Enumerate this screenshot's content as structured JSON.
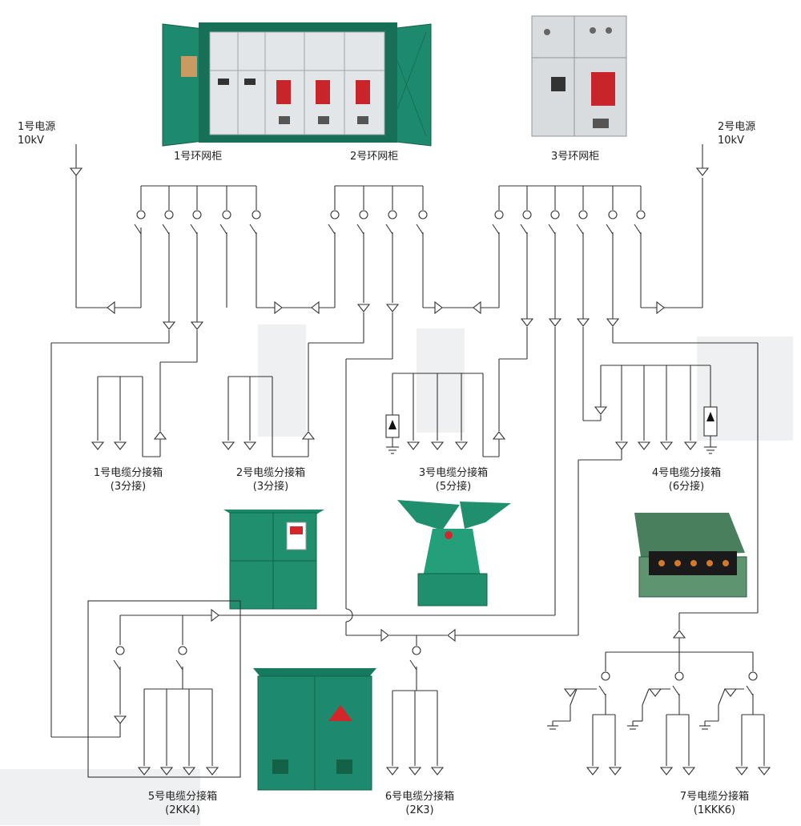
{
  "colors": {
    "cabinet_green": "#1f8a6f",
    "cabinet_dark": "#156a55",
    "panel_grey": "#e4e6e8",
    "line": "#333333",
    "warning_red": "#d2262b"
  },
  "sources": [
    {
      "name": "1号电源",
      "voltage": "10kV"
    },
    {
      "name": "2号电源",
      "voltage": "10kV"
    }
  ],
  "ring_main_units": [
    {
      "label": "1号环网柜"
    },
    {
      "label": "2号环网柜"
    },
    {
      "label": "3号环网柜"
    }
  ],
  "branch_boxes": [
    {
      "label": "1号电缆分接箱",
      "spec": "(3分接)"
    },
    {
      "label": "2号电缆分接箱",
      "spec": "(3分接)"
    },
    {
      "label": "3号电缆分接箱",
      "spec": "(5分接)"
    },
    {
      "label": "4号电缆分接箱",
      "spec": "(6分接)"
    },
    {
      "label": "5号电缆分接箱",
      "spec": "(2KK4)"
    },
    {
      "label": "6号电缆分接箱",
      "spec": "(2K3)"
    },
    {
      "label": "7号电缆分接箱",
      "spec": "(1KKK6)"
    }
  ],
  "icons": [
    "ring-main-cabinet-photo",
    "switchgear-cabinet-photo",
    "branch-box-photo",
    "switch-symbol",
    "cable-terminal-symbol",
    "surge-arrester-symbol",
    "ground-symbol"
  ]
}
